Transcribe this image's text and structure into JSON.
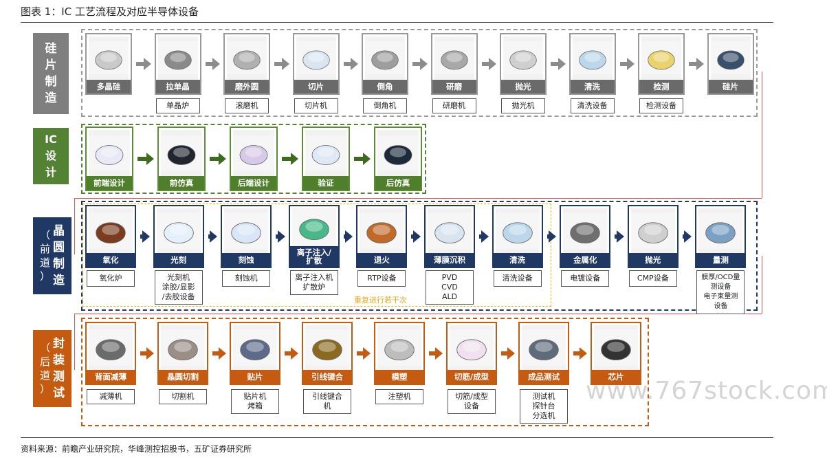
{
  "title": "图表 1：IC 工艺流程及对应半导体设备",
  "source": "资料来源：前瞻产业研究院，华峰测控招股书，五矿证券研究所",
  "watermark": "www.767stock.com",
  "colors": {
    "silicon": "#7f7f7f",
    "ic_design": "#548235",
    "front_end": "#1f3864",
    "back_end": "#c55a11",
    "loop": "#f0b400"
  },
  "sections": {
    "silicon": {
      "label": "硅\n片\n制\n造",
      "stages": [
        "多晶硅",
        "拉单晶",
        "磨外圆",
        "切片",
        "倒角",
        "研磨",
        "抛光",
        "清洗",
        "检测",
        "硅片"
      ],
      "equipment": [
        "",
        "单晶炉",
        "滚磨机",
        "切片机",
        "倒角机",
        "研磨机",
        "抛光机",
        "清洗设备",
        "检测设备",
        ""
      ]
    },
    "ic_design": {
      "label": "IC\n设\n计",
      "stages": [
        "前端设计",
        "前仿真",
        "后端设计",
        "验证",
        "后仿真"
      ]
    },
    "front_end": {
      "label": "晶\n圆\n制\n造",
      "label_prefix": "（\n前\n道\n）",
      "stages": [
        "氧化",
        "光刻",
        "刻蚀",
        "离子注入/\n扩散",
        "退火",
        "薄膜沉积",
        "清洗",
        "金属化",
        "抛光",
        "量测"
      ],
      "equipment": [
        "氧化炉",
        "光刻机\n涂胶/显影\n/去胶设备",
        "刻蚀机",
        "离子注入机\n扩散炉",
        "RTP设备",
        "PVD\nCVD\nALD",
        "清洗设备",
        "电镀设备",
        "CMP设备",
        "膜厚/OCD量\n测设备\n电子束量测\n设备"
      ],
      "loop_note": "重复进行若干次"
    },
    "back_end": {
      "label": "封\n装\n测\n试",
      "label_prefix": "（\n后\n道\n）",
      "stages": [
        "背面减薄",
        "晶圆切割",
        "贴片",
        "引线键合",
        "模塑",
        "切筋/成型",
        "成品测试",
        "芯片"
      ],
      "equipment": [
        "减薄机",
        "切割机",
        "贴片机\n烤箱",
        "引线键合\n机",
        "注塑机",
        "切筋/成型\n设备",
        "测试机\n探针台\n分选机",
        ""
      ]
    }
  }
}
